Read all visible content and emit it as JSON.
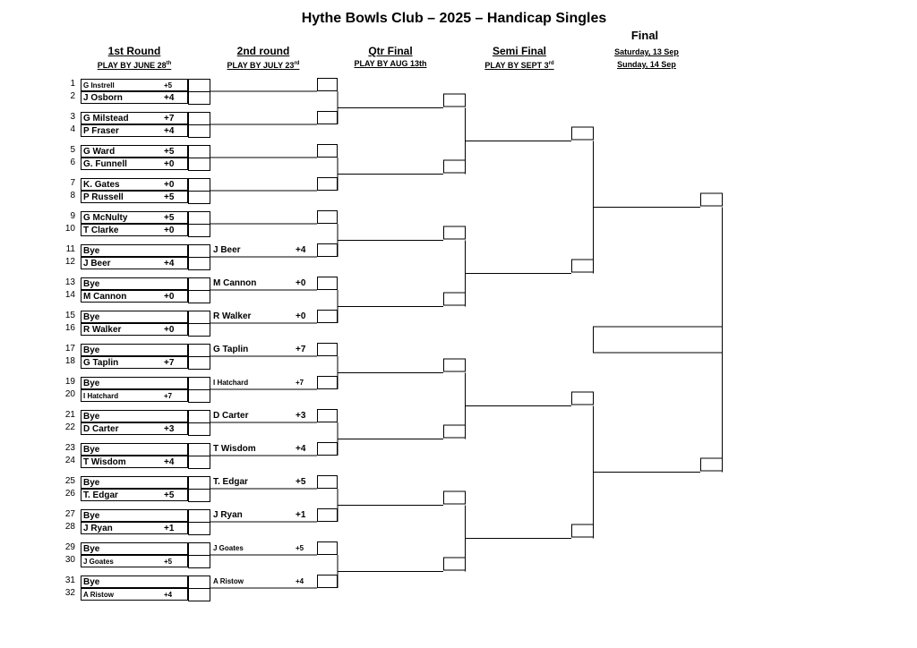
{
  "title": "Hythe Bowls Club – 2025 – Handicap Singles",
  "rounds": [
    {
      "name": "1st Round",
      "deadline": "PLAY BY JUNE 28",
      "sup": "th"
    },
    {
      "name": "2nd round",
      "deadline": "PLAY BY JULY 23",
      "sup": "rd"
    },
    {
      "name": "Qtr Final",
      "deadline": "PLAY BY AUG 13th",
      "sup": ""
    },
    {
      "name": "Semi Final",
      "deadline": "PLAY BY SEPT 3",
      "sup": "rd"
    }
  ],
  "final": {
    "name": "Final",
    "date1": "Saturday, 13 Sep",
    "date2": "Sunday, 14 Sep"
  },
  "first_round": [
    {
      "seed": "1",
      "name": "G Instrell",
      "hc": "+5",
      "small": true
    },
    {
      "seed": "2",
      "name": "J Osborn",
      "hc": "+4"
    },
    {
      "seed": "3",
      "name": "G Milstead",
      "hc": "+7"
    },
    {
      "seed": "4",
      "name": "P Fraser",
      "hc": "+4"
    },
    {
      "seed": "5",
      "name": "G Ward",
      "hc": "+5"
    },
    {
      "seed": "6",
      "name": "G. Funnell",
      "hc": "+0"
    },
    {
      "seed": "7",
      "name": "K. Gates",
      "hc": "+0"
    },
    {
      "seed": "8",
      "name": "P Russell",
      "hc": "+5"
    },
    {
      "seed": "9",
      "name": "G McNulty",
      "hc": "+5"
    },
    {
      "seed": "10",
      "name": "T Clarke",
      "hc": "+0"
    },
    {
      "seed": "11",
      "name": "Bye",
      "hc": ""
    },
    {
      "seed": "12",
      "name": "J Beer",
      "hc": "+4"
    },
    {
      "seed": "13",
      "name": "Bye",
      "hc": ""
    },
    {
      "seed": "14",
      "name": "M Cannon",
      "hc": "+0"
    },
    {
      "seed": "15",
      "name": "Bye",
      "hc": ""
    },
    {
      "seed": "16",
      "name": "R Walker",
      "hc": "+0"
    },
    {
      "seed": "17",
      "name": "Bye",
      "hc": ""
    },
    {
      "seed": "18",
      "name": "G Taplin",
      "hc": "+7"
    },
    {
      "seed": "19",
      "name": "Bye",
      "hc": ""
    },
    {
      "seed": "20",
      "name": "I Hatchard",
      "hc": "+7",
      "small": true
    },
    {
      "seed": "21",
      "name": "Bye",
      "hc": ""
    },
    {
      "seed": "22",
      "name": "D Carter",
      "hc": "+3"
    },
    {
      "seed": "23",
      "name": "Bye",
      "hc": ""
    },
    {
      "seed": "24",
      "name": "T Wisdom",
      "hc": "+4"
    },
    {
      "seed": "25",
      "name": "Bye",
      "hc": ""
    },
    {
      "seed": "26",
      "name": "T. Edgar",
      "hc": "+5"
    },
    {
      "seed": "27",
      "name": "Bye",
      "hc": ""
    },
    {
      "seed": "28",
      "name": "J Ryan",
      "hc": "+1"
    },
    {
      "seed": "29",
      "name": "Bye",
      "hc": ""
    },
    {
      "seed": "30",
      "name": "J Goates",
      "hc": "+5",
      "small": true
    },
    {
      "seed": "31",
      "name": "Bye",
      "hc": ""
    },
    {
      "seed": "32",
      "name": "A Ristow",
      "hc": "+4",
      "small": true
    }
  ],
  "second_round": [
    {
      "name": "",
      "hc": ""
    },
    {
      "name": "",
      "hc": ""
    },
    {
      "name": "",
      "hc": ""
    },
    {
      "name": "",
      "hc": ""
    },
    {
      "name": "",
      "hc": ""
    },
    {
      "name": "J Beer",
      "hc": "+4"
    },
    {
      "name": "M Cannon",
      "hc": "+0"
    },
    {
      "name": "R Walker",
      "hc": "+0"
    },
    {
      "name": "G Taplin",
      "hc": "+7"
    },
    {
      "name": "I Hatchard",
      "hc": "+7",
      "small": true
    },
    {
      "name": "D Carter",
      "hc": "+3"
    },
    {
      "name": "T Wisdom",
      "hc": "+4"
    },
    {
      "name": "T. Edgar",
      "hc": "+5"
    },
    {
      "name": "J Ryan",
      "hc": "+1"
    },
    {
      "name": "J Goates",
      "hc": "+5",
      "small": true
    },
    {
      "name": "A Ristow",
      "hc": "+4",
      "small": true
    }
  ]
}
